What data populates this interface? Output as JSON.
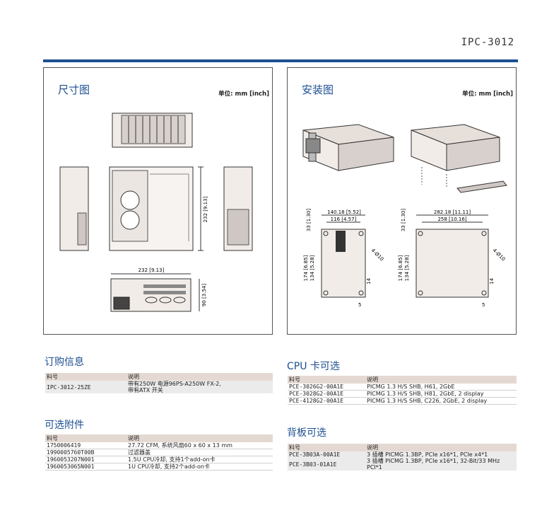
{
  "header": {
    "model": "IPC-3012"
  },
  "panels": {
    "dimensions": {
      "title": "尺寸图",
      "unit": "单位: mm [inch]",
      "labels": {
        "width_top": "232 [9.13]",
        "height_side": "232 [9.13]",
        "height_front": "90 [3.54]"
      }
    },
    "installation": {
      "title": "安装图",
      "unit": "单位: mm [inch]",
      "left": {
        "w1": "140.18 [5.52]",
        "w2": "116 [4.57]",
        "h_top": "33 [1.30]",
        "h1": "174 [6.85]",
        "h2": "134 [5.28]",
        "hole": "4-Ø10",
        "dim_14": "14",
        "dim_5": "5"
      },
      "right": {
        "w1": "282.18 [11.11]",
        "w2": "258 [10.16]",
        "h_top": "33 [1.30]",
        "h1": "174 [6.85]",
        "h2": "134 [5.28]",
        "hole": "4-Ø10",
        "dim_14": "14",
        "dim_5": "5"
      }
    }
  },
  "ordering": {
    "title": "订购信息",
    "headers": [
      "料号",
      "说明"
    ],
    "rows": [
      {
        "part": "IPC-3012-25ZE",
        "desc1": "带有250W 电源96PS-A250W FX-2,",
        "desc2": "带有ATX 开关"
      }
    ]
  },
  "accessories": {
    "title": "可选附件",
    "headers": [
      "料号",
      "说明"
    ],
    "rows": [
      {
        "part": "1750006419",
        "desc": "27.72 CFM, 系统风扇60 x 60 x 13 mm"
      },
      {
        "part": "1990005760T00B",
        "desc": "过滤器盖"
      },
      {
        "part": "1960053207N001",
        "desc": "1.5U CPU冷却, 支持1个add-on卡"
      },
      {
        "part": "1960053065N001",
        "desc": "1U CPU冷却, 支持2个add-on卡"
      }
    ]
  },
  "cpu_cards": {
    "title": "CPU 卡可选",
    "headers": [
      "料号",
      "说明"
    ],
    "rows": [
      {
        "part": "PCE-3026G2-00A1E",
        "desc": "PICMG 1.3 H/S SHB, H61, 2GbE"
      },
      {
        "part": "PCE-3028G2-00A1E",
        "desc": "PICMG 1.3 H/S SHB, H81, 2GbE, 2 display"
      },
      {
        "part": "PCE-4128G2-00A1E",
        "desc": "PICMG 1.3 H/S SHB, C226, 2GbE, 2 display"
      }
    ]
  },
  "backplanes": {
    "title": "背板可选",
    "headers": [
      "料号",
      "说明"
    ],
    "rows": [
      {
        "part": "PCE-3B03A-00A1E",
        "desc1": "3 插槽 PICMG 1.3BP, PCIe x16*1, PCIe x4*1",
        "desc2": ""
      },
      {
        "part": "PCE-3B03-01A1E",
        "desc1": "3 插槽 PICMG 1.3BP, PCIe x16*1, 32-Bit/33 MHz",
        "desc2": "PCI*1"
      }
    ]
  }
}
